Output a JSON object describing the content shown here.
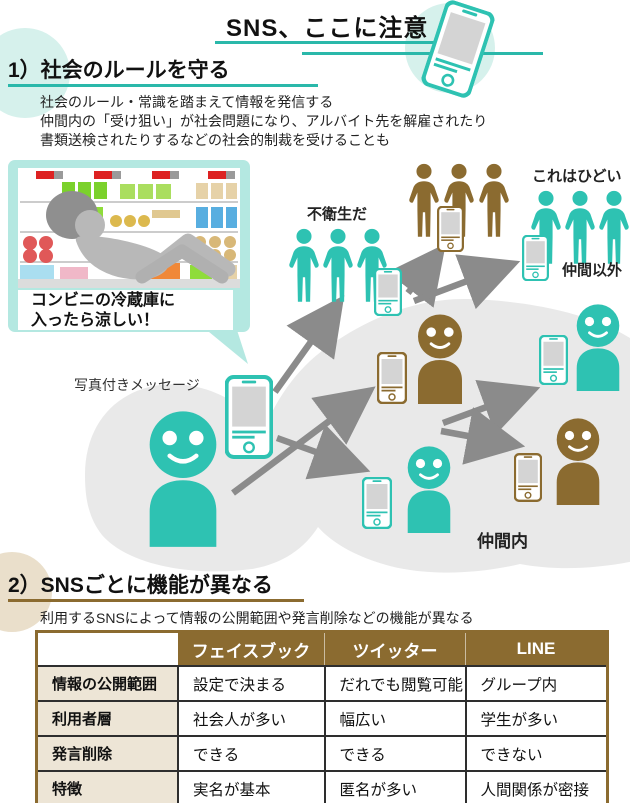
{
  "title": {
    "text": "SNS、ここに注意"
  },
  "section1": {
    "heading": "1）社会のルールを守る",
    "body_lines": [
      "社会のルール・常識を踏まえて情報を発信する",
      "仲間内の「受け狙い」が社会問題になり、アルバイト先を解雇されたり",
      "書類送検されたりするなどの社会的制裁を受けることも"
    ],
    "illustration": {
      "bubble_lines": [
        "コンビニの冷蔵庫に",
        "入ったら涼しい！"
      ],
      "message_label": "写真付きメッセージ",
      "label_unsanitary": "不衛生だ",
      "label_terrible": "これはひどい",
      "label_outside_group": "仲間以外",
      "label_inside_group": "仲間内"
    }
  },
  "section2": {
    "heading": "2）SNSごとに機能が異なる",
    "lead": "利用するSNSによって情報の公開範囲や発言削除などの機能が異なる",
    "table": {
      "columns": [
        "フェイスブック",
        "ツイッター",
        "LINE"
      ],
      "rows": [
        {
          "label": "情報の公開範囲",
          "values": [
            "設定で決まる",
            "だれでも閲覧可能",
            "グループ内"
          ]
        },
        {
          "label": "利用者層",
          "values": [
            "社会人が多い",
            "幅広い",
            "学生が多い"
          ]
        },
        {
          "label": "発言削除",
          "values": [
            "できる",
            "できる",
            "できない"
          ]
        },
        {
          "label": "特徴",
          "values": [
            "実名が基本",
            "匿名が多い",
            "人間関係が密接"
          ]
        }
      ]
    }
  },
  "colors": {
    "teal": "#2ec2b2",
    "teal_light": "#d6f1ec",
    "bubble_teal": "#b4e8e1",
    "brown": "#8b6b30",
    "beige_cell": "#ede5d6",
    "beige_circle": "#eadfcb",
    "blob_gray": "#e9e9e9",
    "arrow_gray": "#8b8b8b"
  }
}
